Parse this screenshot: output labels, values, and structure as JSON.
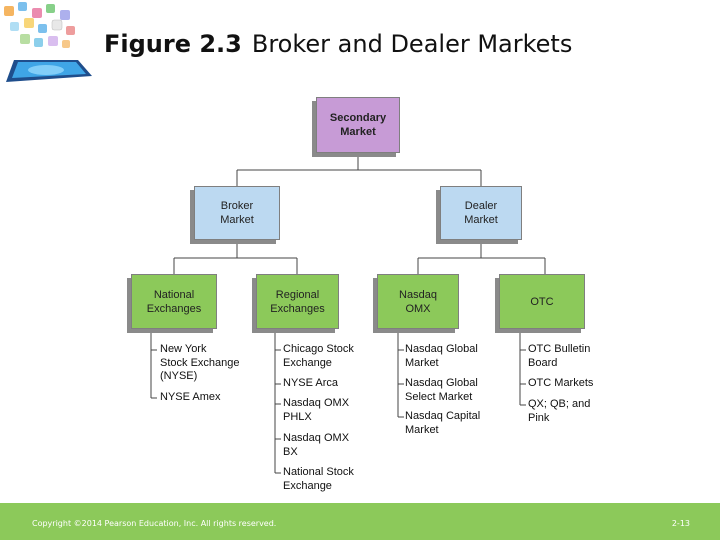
{
  "slide": {
    "figure_label": "Figure 2.3",
    "figure_title": "Broker and Dealer Markets"
  },
  "diagram": {
    "root": "Secondary\nMarket",
    "branches": [
      {
        "label": "Broker\nMarket"
      },
      {
        "label": "Dealer\nMarket"
      }
    ],
    "categories": [
      {
        "label": "National\nExchanges",
        "items": [
          "New York\nStock Exchange\n(NYSE)",
          "NYSE Amex"
        ]
      },
      {
        "label": "Regional\nExchanges",
        "items": [
          "Chicago Stock\nExchange",
          "NYSE Arca",
          "Nasdaq OMX\nPHLX",
          "Nasdaq OMX\nBX",
          "National Stock\nExchange"
        ]
      },
      {
        "label": "Nasdaq\nOMX",
        "items": [
          "Nasdaq Global\nMarket",
          "Nasdaq Global\nSelect Market",
          "Nasdaq Capital\nMarket"
        ]
      },
      {
        "label": "OTC",
        "items": [
          "OTC Bulletin\nBoard",
          "OTC Markets",
          "QX; QB; and\nPink"
        ]
      }
    ]
  },
  "footer": {
    "copyright": "Copyright ©2014 Pearson Education, Inc. All rights reserved.",
    "page": "2-13"
  },
  "colors": {
    "root_box": "#c79bd6",
    "branch_box": "#bcd9f1",
    "category_box": "#8cc95a",
    "footer_bar": "#8cc95a"
  },
  "icons": {
    "logo": "tablet-apps-icon"
  }
}
